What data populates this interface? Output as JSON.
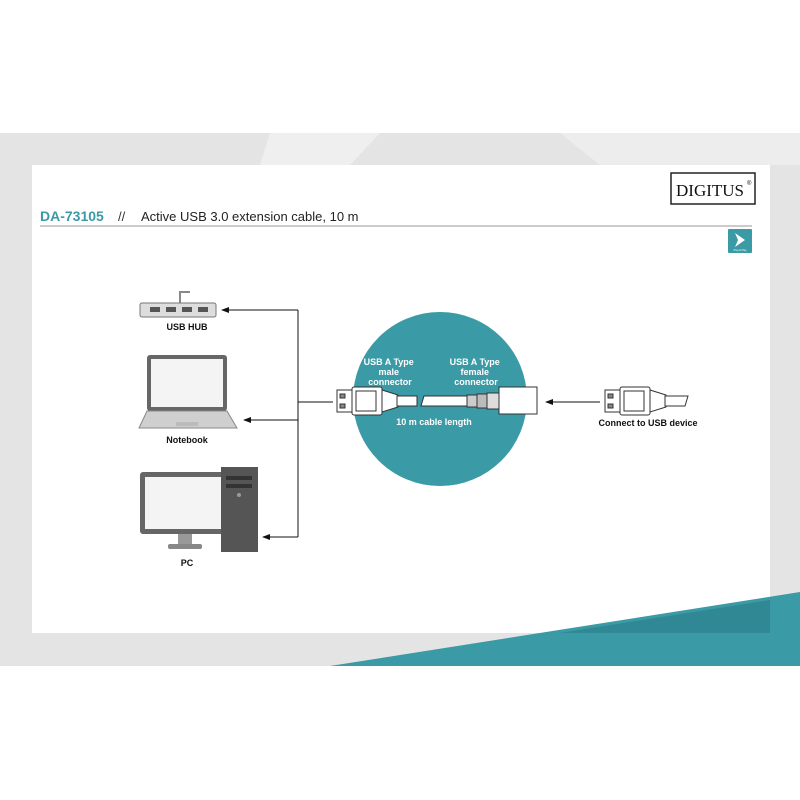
{
  "header": {
    "brand": "DIGITUS",
    "brand_mark": "®",
    "product_code": "DA-73105",
    "separator": "//",
    "product_title": "Active USB 3.0 extension cable, 10 m",
    "plug_play_label": "Plug & Play"
  },
  "devices": [
    {
      "label": "USB HUB"
    },
    {
      "label": "Notebook"
    },
    {
      "label": "PC"
    }
  ],
  "cable": {
    "male_label": [
      "USB A Type",
      "male",
      "connector"
    ],
    "female_label": [
      "USB A Type",
      "female",
      "connector"
    ],
    "length_label": "10 m cable length"
  },
  "target": {
    "label": "Connect to USB device"
  },
  "colors": {
    "accent": "#3a9aa5",
    "band": "#e6e6e6",
    "text": "#111111"
  }
}
